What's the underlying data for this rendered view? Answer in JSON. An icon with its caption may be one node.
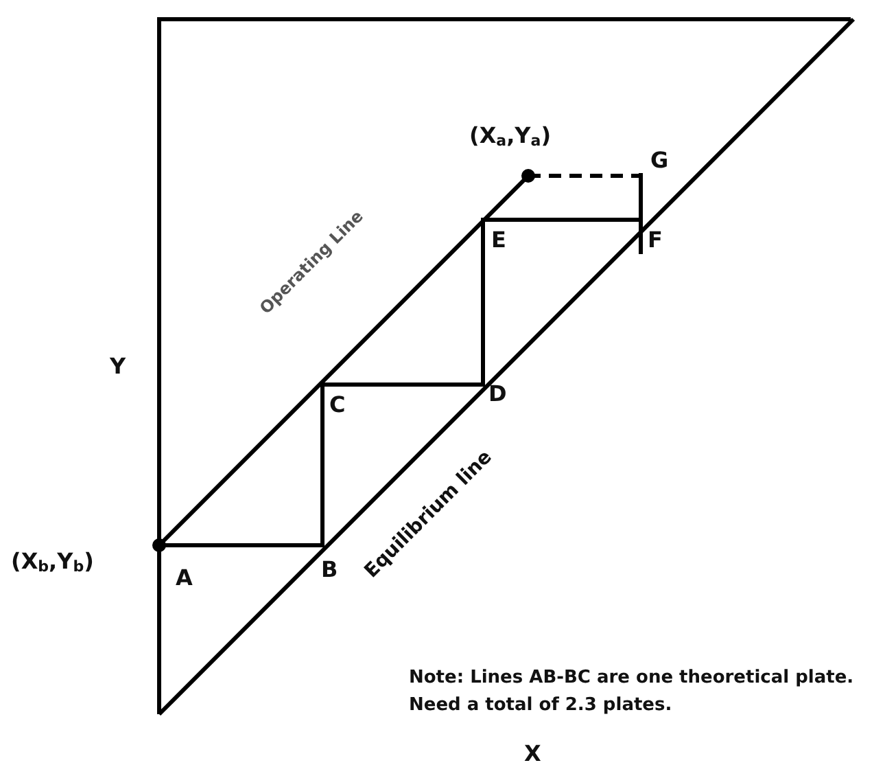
{
  "diagram": {
    "labels": [
      "(X$_{a}$,Y$_{a}$)",
      "G",
      "E",
      "F",
      "Operating Line",
      "Y",
      "C",
      "D",
      "Equilibrium line",
      "(X$_{b}$,Y$_{b}$)",
      "A",
      "B",
      "Note:  Lines AB-BC are one theoretical plate. Need a total of 2.3 plates.",
      "X"
    ]
  }
}
